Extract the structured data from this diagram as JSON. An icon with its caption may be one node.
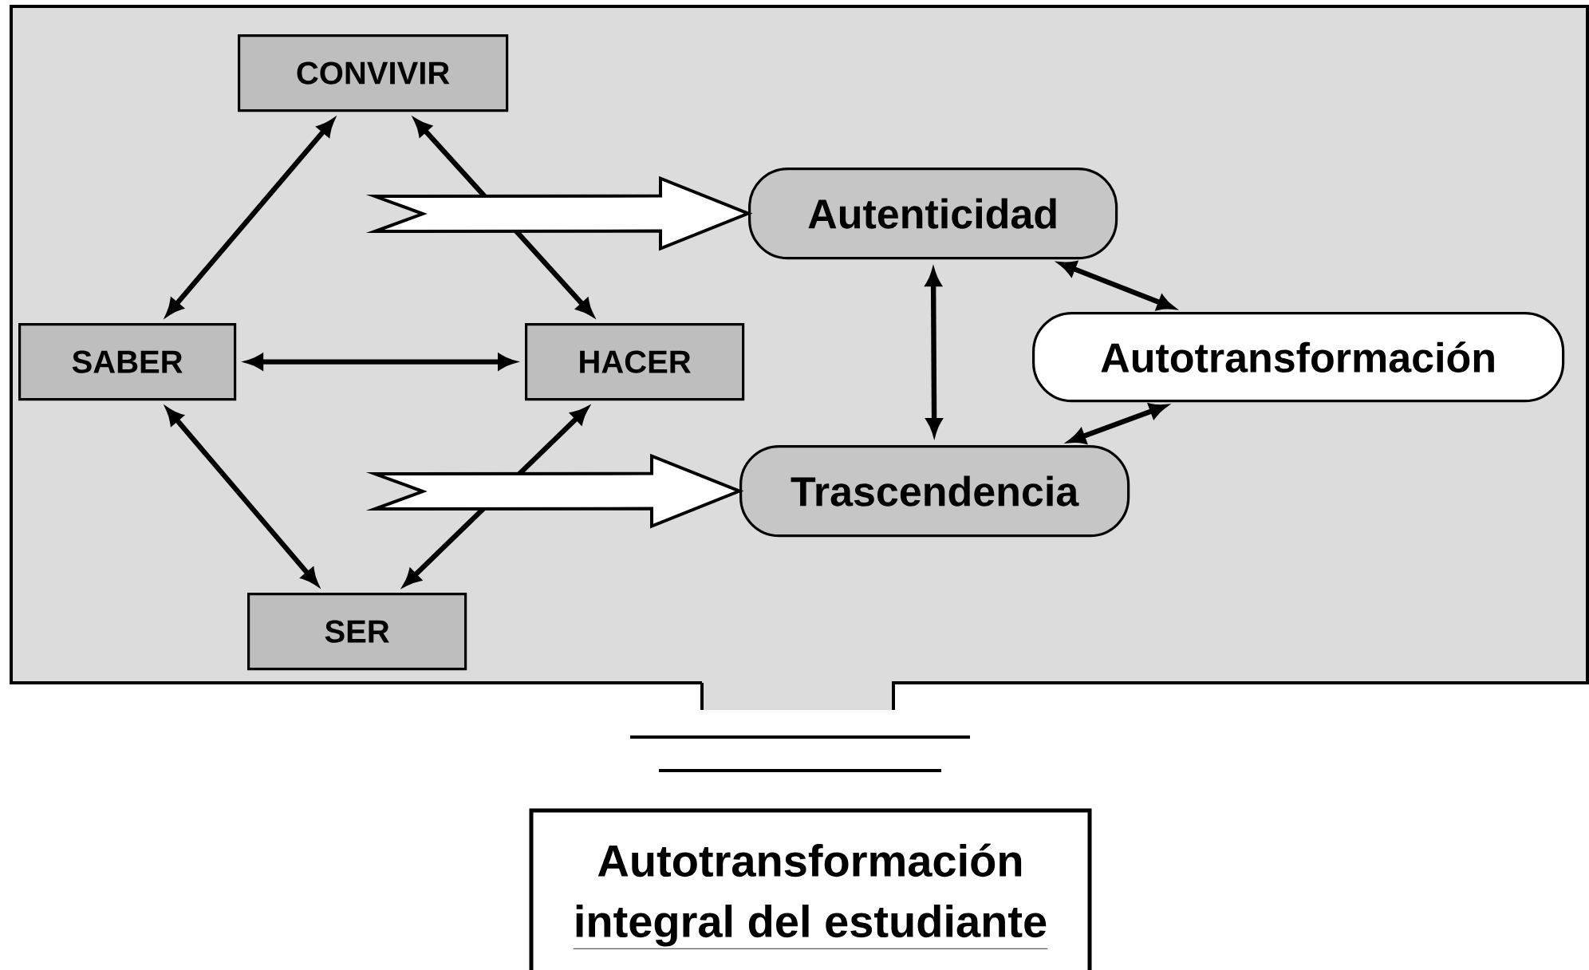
{
  "diagram": {
    "nodes": [
      {
        "text": [],
        "shape": "box"
      },
      {
        "text": [
          "CONVIVIR"
        ],
        "in": 0
      },
      {
        "text": [
          "Autenticidad"
        ],
        "in": 0
      },
      {
        "text": [
          "SABER"
        ],
        "in": 0
      },
      {
        "text": [
          "HACER"
        ],
        "in": 0
      },
      {
        "text": [
          "Autotransformación"
        ],
        "in": 0
      },
      {
        "text": [
          "Trascendencia"
        ],
        "in": 0
      },
      {
        "text": [
          "SER"
        ],
        "in": 0
      },
      {
        "text": [
          "Autotransformación",
          "integral del estudiante"
        ]
      }
    ],
    "edges": [
      {
        "from": 1,
        "to": 3,
        "arrow": "both"
      },
      {
        "from": 1,
        "to": 4,
        "arrow": "both"
      },
      {
        "from": 3,
        "to": 4,
        "arrow": "both"
      },
      {
        "from": 3,
        "to": 7,
        "arrow": "both"
      },
      {
        "from": 4,
        "to": 7,
        "arrow": "both"
      },
      {
        "from": null,
        "to": 2,
        "arrow": "to",
        "style": "thick"
      },
      {
        "from": null,
        "to": 6,
        "arrow": "to",
        "style": "thick"
      },
      {
        "from": 2,
        "to": 6,
        "arrow": "both"
      },
      {
        "from": 2,
        "to": 5,
        "arrow": "both"
      },
      {
        "from": 5,
        "to": 6,
        "arrow": "both"
      }
    ]
  }
}
